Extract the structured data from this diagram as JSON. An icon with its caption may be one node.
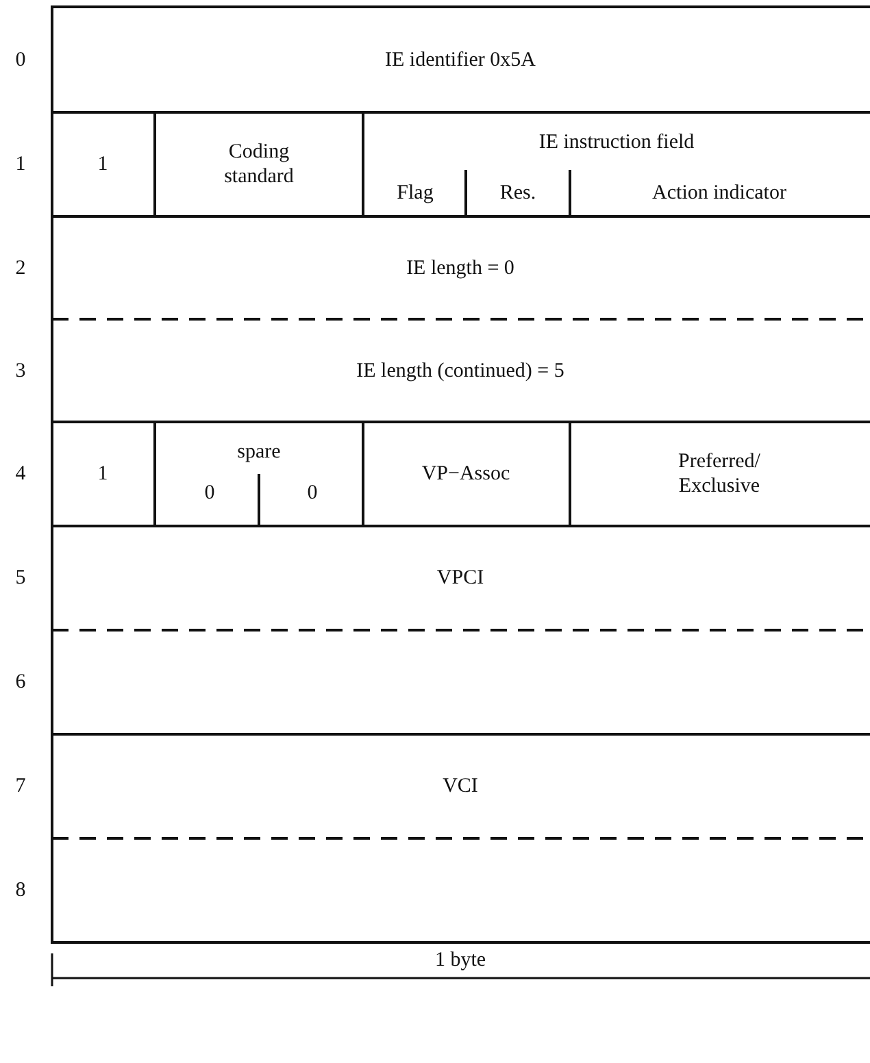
{
  "diagram": {
    "labels": [
      "0",
      "IE identifier 0x5A",
      "1",
      "1",
      "Coding standard",
      "IE instruction field",
      "Flag",
      "Res.",
      "Action indicator",
      "2",
      "IE length = 0",
      "3",
      "IE length (continued) = 5",
      "4",
      "1",
      "spare",
      "0",
      "0",
      "VP−Assoc",
      "Preferred/ Exclusive",
      "5",
      "VPCI",
      "6",
      "7",
      "VCI",
      "8",
      "1 byte"
    ]
  }
}
